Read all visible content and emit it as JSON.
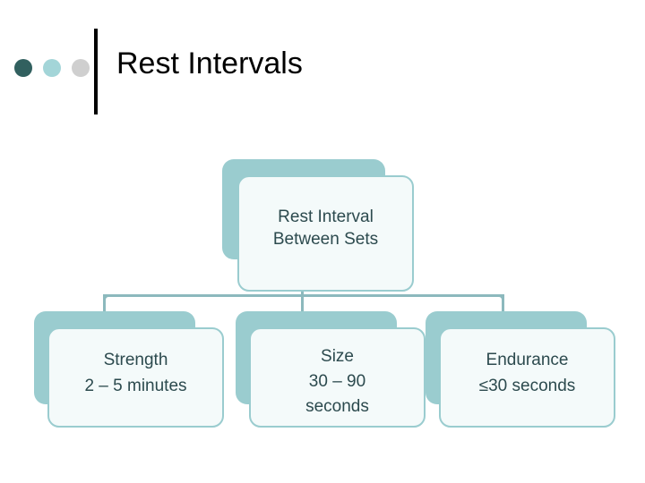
{
  "slide": {
    "title": "Rest Intervals",
    "decor_dots": [
      {
        "name": "dot-dark-teal",
        "color": "#31605f"
      },
      {
        "name": "dot-light-teal",
        "color": "#a3d5d8"
      },
      {
        "name": "dot-gray",
        "color": "#cfcfcf"
      }
    ],
    "rule_color": "#000000"
  },
  "diagram": {
    "type": "hierarchy",
    "accent_color": "#9acccf",
    "connector_color": "#8cb9bd",
    "card_fill": "#f4fafa",
    "text_color": "#2c4a4e",
    "parent": {
      "lines": [
        "Rest Interval",
        "Between Sets"
      ]
    },
    "children": [
      {
        "lines": [
          "Strength",
          "2 – 5 minutes"
        ]
      },
      {
        "lines": [
          "Size",
          "30 – 90",
          "seconds"
        ]
      },
      {
        "lines": [
          "Endurance",
          "≤30 seconds"
        ]
      }
    ]
  }
}
